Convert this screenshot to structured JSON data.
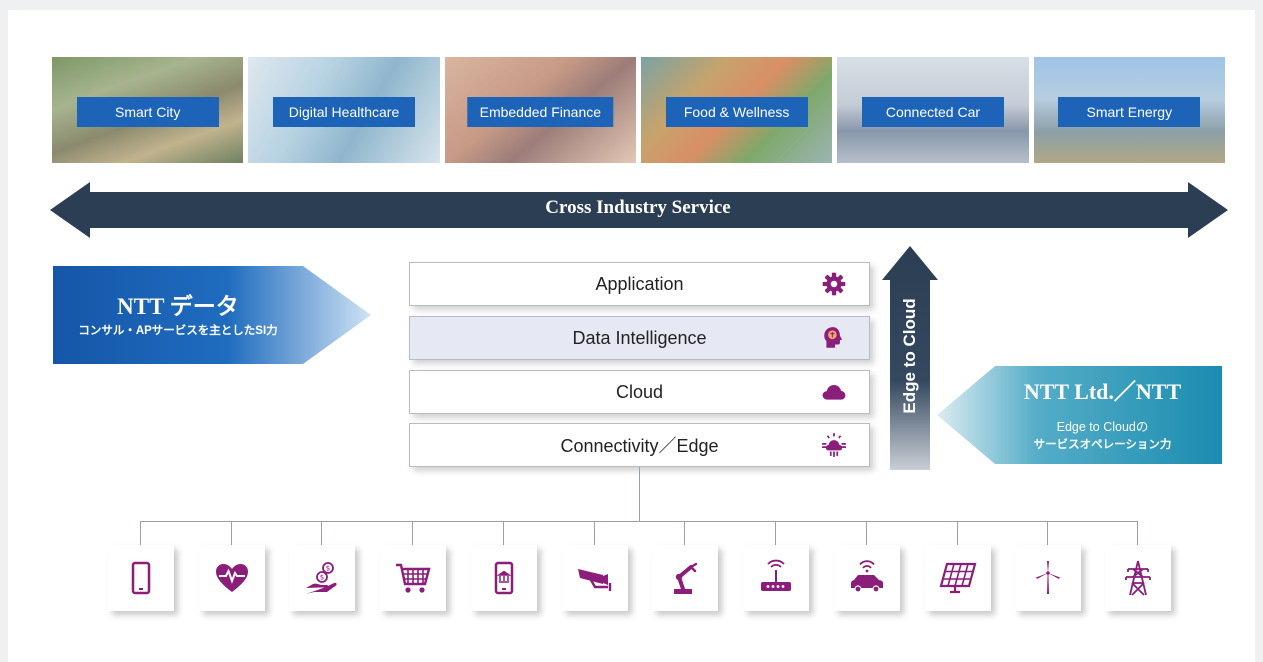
{
  "industries": [
    {
      "label": "Smart City"
    },
    {
      "label": "Digital Healthcare"
    },
    {
      "label": "Embedded Finance"
    },
    {
      "label": "Food & Wellness"
    },
    {
      "label": "Connected Car"
    },
    {
      "label": "Smart Energy"
    }
  ],
  "cross_industry": {
    "label": "Cross Industry Service"
  },
  "ntt_data": {
    "title": "NTT データ",
    "subtitle": "コンサル・APサービスを主としたSI力"
  },
  "layers": [
    {
      "label": "Application",
      "icon": "gear-icon"
    },
    {
      "label": "Data Intelligence",
      "icon": "brain-head-icon"
    },
    {
      "label": "Cloud",
      "icon": "cloud-icon"
    },
    {
      "label": "Connectivity／Edge",
      "icon": "cloud-sun-icon"
    }
  ],
  "edge_to_cloud": {
    "label": "Edge to Cloud"
  },
  "ntt_ltd": {
    "title": "NTT Ltd.／NTT",
    "subtitle_line1": "Edge to Cloudの",
    "subtitle_line2": "サービスオペレーション力"
  },
  "devices": [
    "smartphone-icon",
    "heart-pulse-icon",
    "money-hand-icon",
    "shopping-cart-icon",
    "mobile-bank-icon",
    "security-camera-icon",
    "robot-arm-icon",
    "wifi-router-icon",
    "connected-car-icon",
    "solar-panel-icon",
    "wind-turbine-icon",
    "power-tower-icon"
  ],
  "colors": {
    "brand_blue": "#1d63b7",
    "navy": "#2c3e53",
    "icon_magenta": "#8b1d7b",
    "teal": "#2f9cb8"
  }
}
